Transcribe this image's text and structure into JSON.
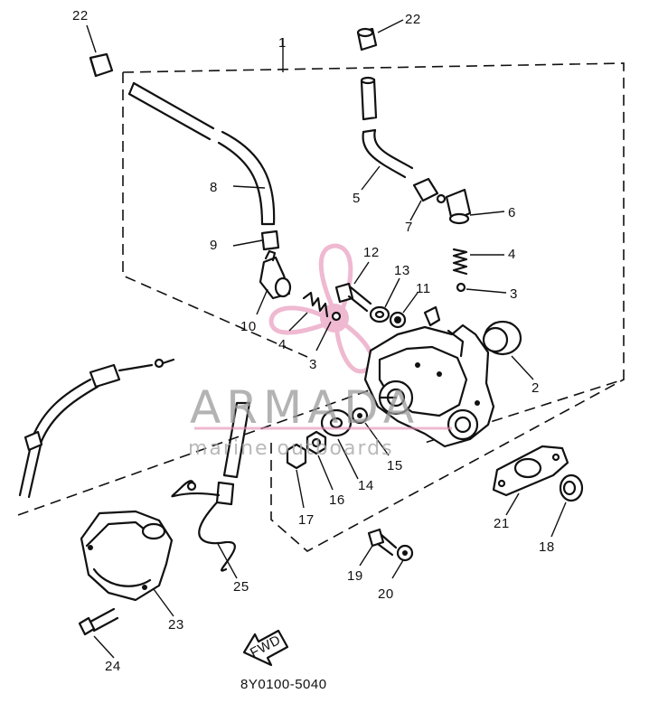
{
  "drawing": {
    "code": "8Y0100-5040",
    "fwd_label": "FWD",
    "watermark": {
      "title": "ARMADA",
      "subtitle": "marine outboards",
      "accent_color": "#e58cb3"
    },
    "callouts": {
      "c1": "1",
      "c2": "2",
      "c3a": "3",
      "c3b": "3",
      "c4a": "4",
      "c4b": "4",
      "c5": "5",
      "c6": "6",
      "c7": "7",
      "c8": "8",
      "c9": "9",
      "c10": "10",
      "c11": "11",
      "c12": "12",
      "c13": "13",
      "c14": "14",
      "c15": "15",
      "c16": "16",
      "c17": "17",
      "c18": "18",
      "c19": "19",
      "c20": "20",
      "c21": "21",
      "c22a": "22",
      "c22b": "22",
      "c23": "23",
      "c24": "24",
      "c25": "25"
    }
  }
}
